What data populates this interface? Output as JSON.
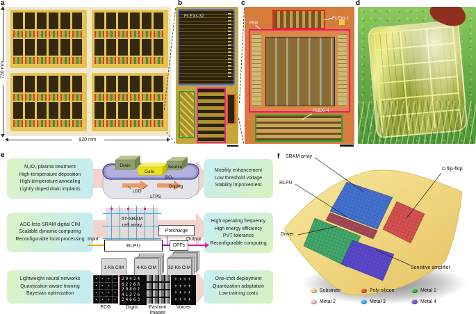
{
  "panels": {
    "a": {
      "letter": "a",
      "height_dim": "730 mm",
      "width_dim": "920 mm"
    },
    "b": {
      "letter": "b",
      "flexi32": "FLEXI-32"
    },
    "c": {
      "letter": "c",
      "teg": "TEG",
      "flexi1": "FLEXI-1",
      "flexi4": "FLEXI-4"
    },
    "d": {
      "letter": "d"
    },
    "e": {
      "letter": "e",
      "row1": {
        "left": [
          "N₂/O₂ plasma treatment",
          "High-temperature deposition",
          "High-temperature annealing",
          "Lightly doped drain implants"
        ],
        "right": [
          "Mobility enhancement",
          "Low threshold voltage",
          "Stability improvement"
        ],
        "transistor": {
          "drain": "Drain",
          "gate": "Gate",
          "source": "Source",
          "sio2": "SiO₂",
          "doping": "Doping",
          "ldd": "LDD",
          "ltps": "LTPS"
        }
      },
      "row2": {
        "left": [
          "ADC-less SRAM digital CIM",
          "Scalable dynamic computing",
          "Reconfigurable local processing"
        ],
        "right": [
          "High operating frequency",
          "High energy efficiency",
          "PVT tolerance",
          "Reconfigurable computing"
        ],
        "sram": {
          "array1": "6T-SRAM",
          "array2": "cell array",
          "precharge": "Precharge",
          "rlpu": "RLPU",
          "dffs": "DFFs",
          "input": "Input",
          "output": "Output"
        }
      },
      "row3": {
        "left": [
          "Lightweight neural networks",
          "Quantization-aware training",
          "Bayesian optimization"
        ],
        "right": [
          "One-shot deployment",
          "Quantization adaptation",
          "Low training costs"
        ],
        "chips": [
          "1-Kb CIM",
          "4-Kb CIM",
          "32-Kb CIM"
        ],
        "datasets": [
          "ECG",
          "Digits",
          "Fashion images",
          "Voices"
        ],
        "digit_rows": [
          "20424",
          "62268",
          "29862",
          "41276",
          "24663"
        ],
        "voices_rows": [
          "++++",
          "++++",
          "++++",
          "++++"
        ]
      }
    },
    "f": {
      "letter": "f",
      "labels": {
        "sram": "SRAM array",
        "rlpu": "RLPU",
        "driver": "Driver",
        "dff": "D flip-flop",
        "amp": "Sensitive amplifier"
      },
      "legend": [
        {
          "label": "Substrate",
          "color": "#ecd178"
        },
        {
          "label": "Poly-silicon",
          "color": "#e2612a"
        },
        {
          "label": "Metal 1",
          "color": "#3bb336"
        },
        {
          "label": "Metal 2",
          "color": "#f3bcc0"
        },
        {
          "label": "Metal 3",
          "color": "#46b4ee"
        },
        {
          "label": "Metal 4",
          "color": "#7a5ecf"
        }
      ]
    }
  }
}
